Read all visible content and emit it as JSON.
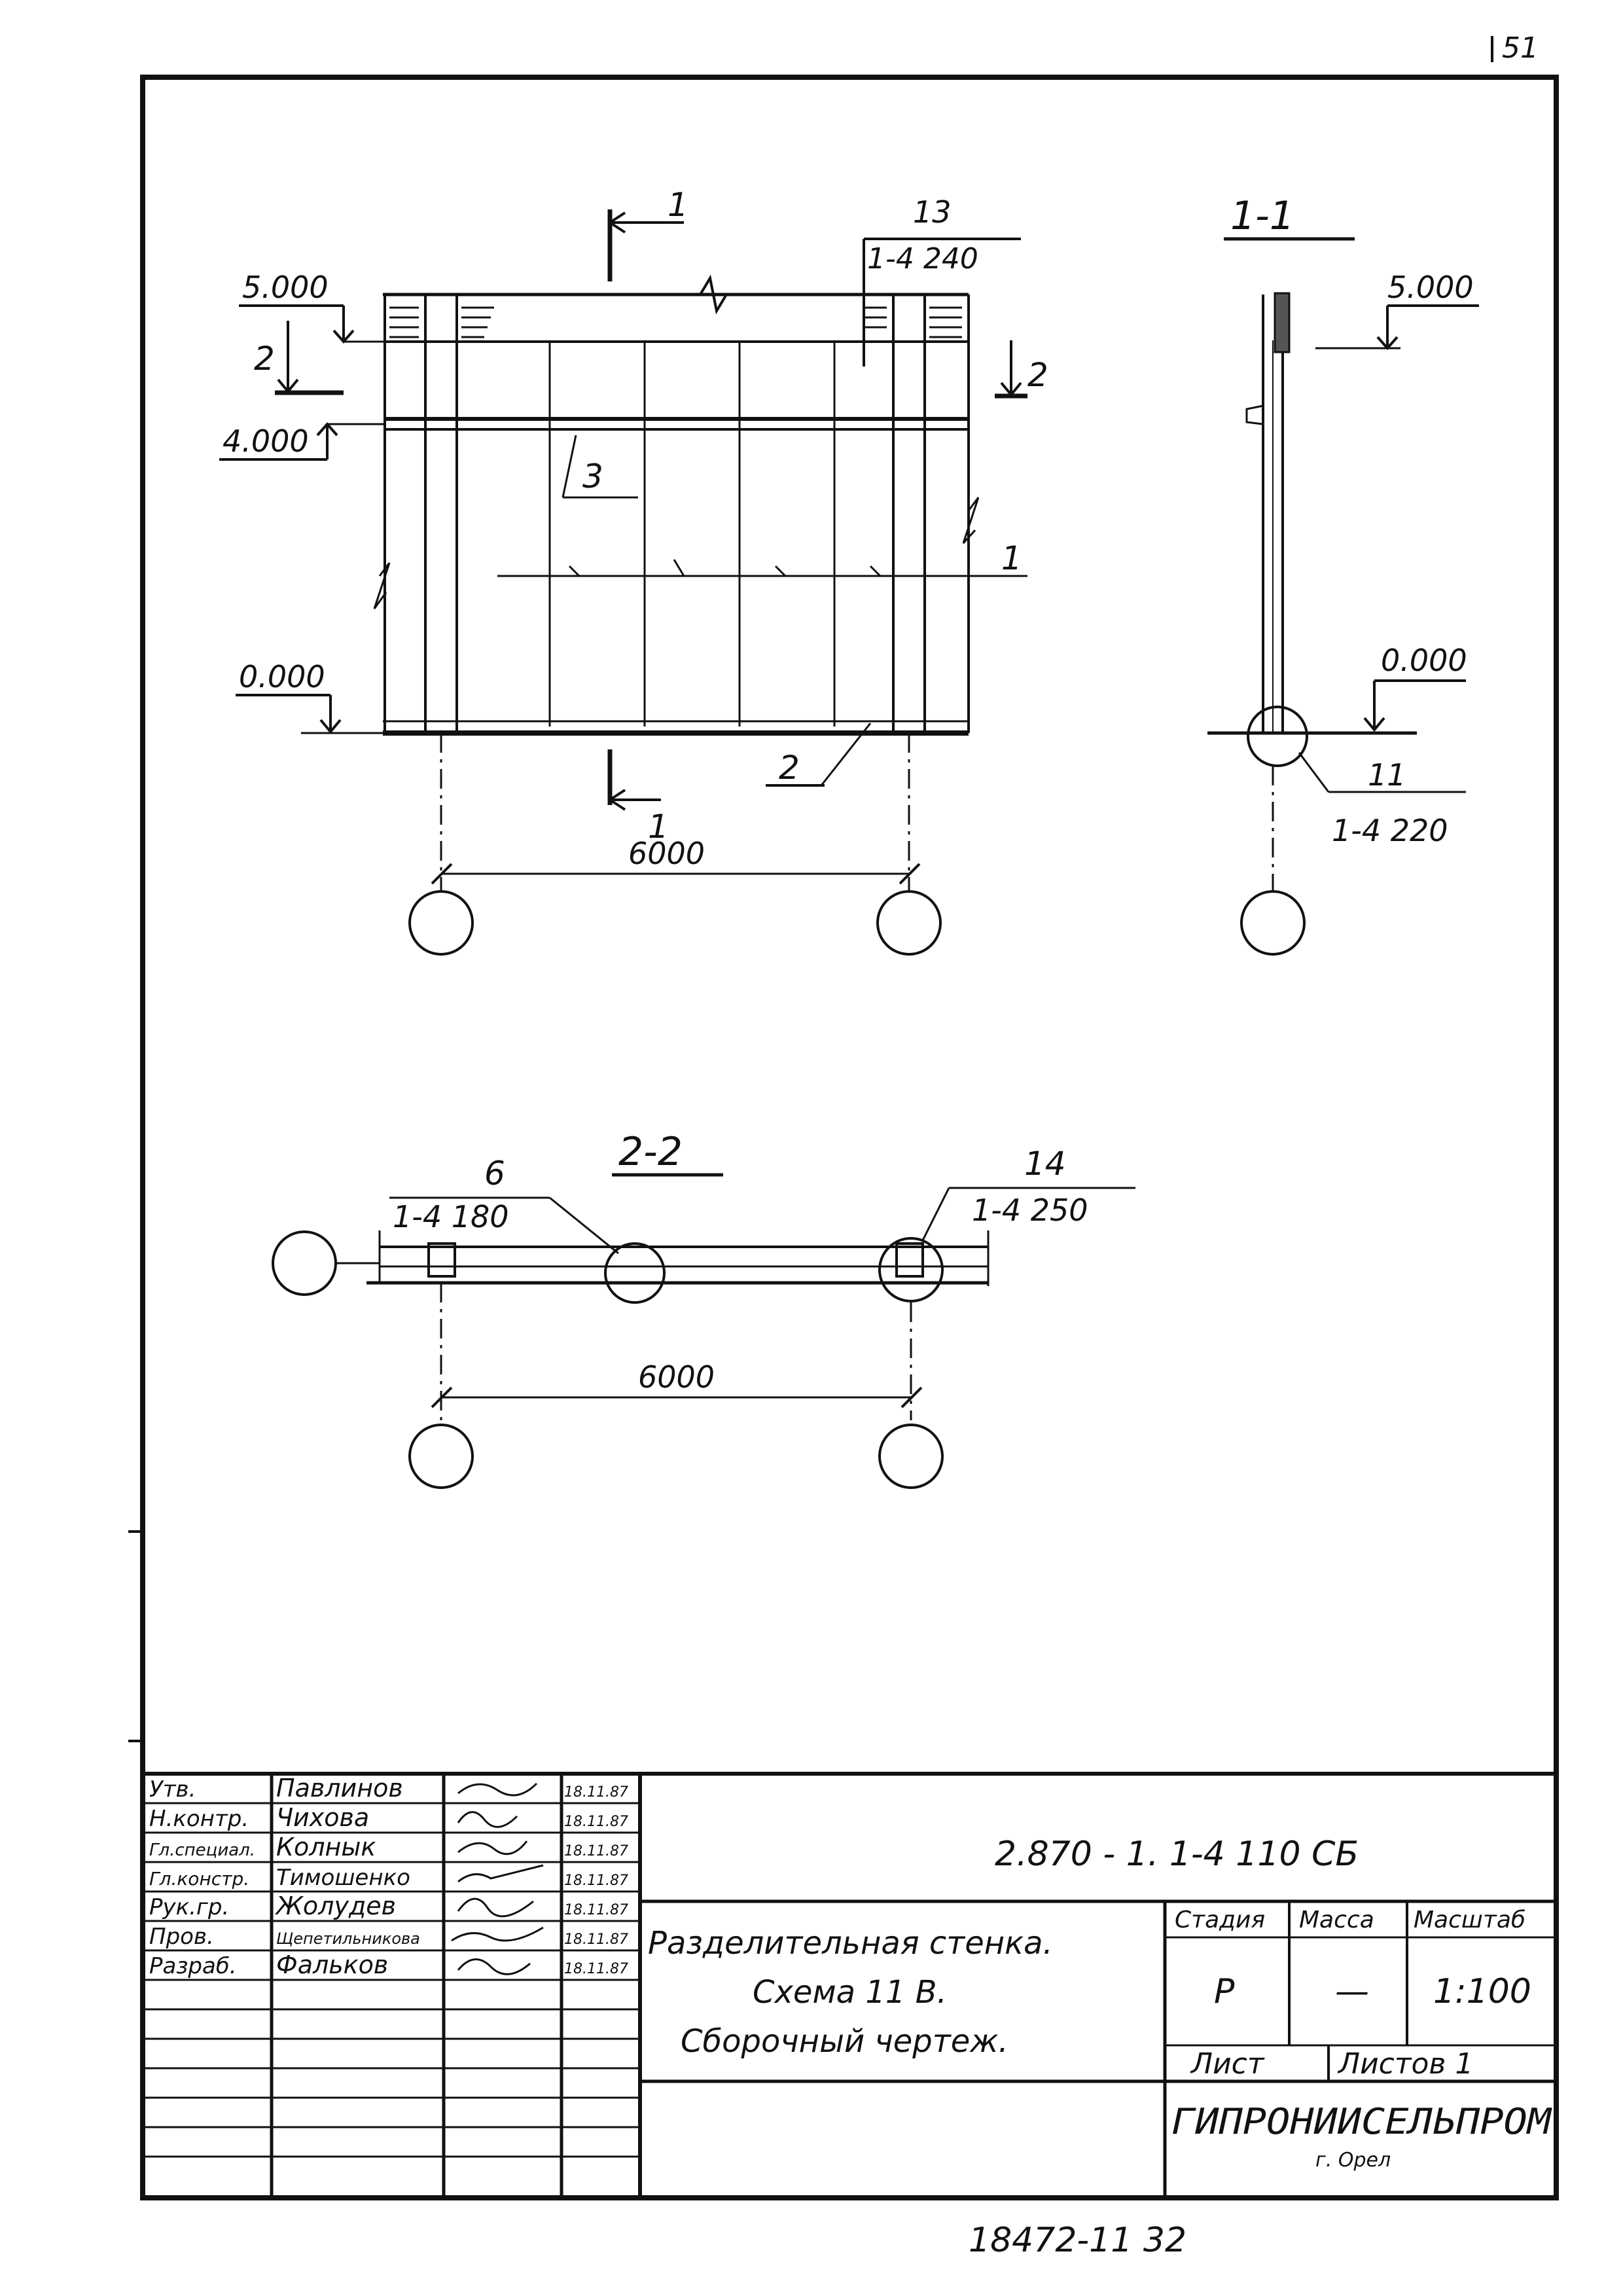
{
  "page_number": "51",
  "elevation_view": {
    "section_marks": [
      "1",
      "1"
    ],
    "levels": [
      "5.000",
      "4.000",
      "0.000"
    ],
    "section_2_marks": [
      "2",
      "2"
    ],
    "callout_top": {
      "position": "13",
      "sheet_ref": "1-4 240"
    },
    "callout_3": "3",
    "callout_1": "1",
    "callout_2": "2",
    "dimension": "6000"
  },
  "section_1_1": {
    "title": "1-1",
    "level_top": "5.000",
    "level_bottom": "0.000",
    "callout": {
      "position": "11",
      "sheet_ref": "1-4 220"
    }
  },
  "section_2_2": {
    "title": "2-2",
    "callout_left": {
      "position": "6",
      "sheet_ref": "1-4 180"
    },
    "callout_right": {
      "position": "14",
      "sheet_ref": "1-4 250"
    },
    "dimension": "6000"
  },
  "title_block": {
    "signatures": [
      {
        "role": "Утв.",
        "name": "Павлинов",
        "date": "18.11.87"
      },
      {
        "role": "Н.контр.",
        "name": "Чихова",
        "date": "18.11.87"
      },
      {
        "role": "Гл.специал.",
        "name": "Колнык",
        "date": "18.11.87"
      },
      {
        "role": "Гл.констр.",
        "name": "Тимошенко",
        "date": "18.11.87"
      },
      {
        "role": "Рук.гр.",
        "name": "Жолудев",
        "date": "18.11.87"
      },
      {
        "role": "Пров.",
        "name": "Щепетильникова",
        "date": "18.11.87"
      },
      {
        "role": "Разраб.",
        "name": "Фальков",
        "date": "18.11.87"
      }
    ],
    "designation": "2.870 - 1.   1-4   110 СБ",
    "title_lines": [
      "Разделительная стенка.",
      "Схема 11 В.",
      "Сборочный чертеж."
    ],
    "headers": [
      "Стадия",
      "Масса",
      "Масштаб"
    ],
    "values": [
      "Р",
      "—",
      "1:100"
    ],
    "sheet_label": "Лист",
    "sheets_label": "Листов 1",
    "organization": "ГИПРОНИИСЕЛЬПРОМ",
    "city": "г. Орел"
  },
  "bottom_code": "18472-11   32"
}
